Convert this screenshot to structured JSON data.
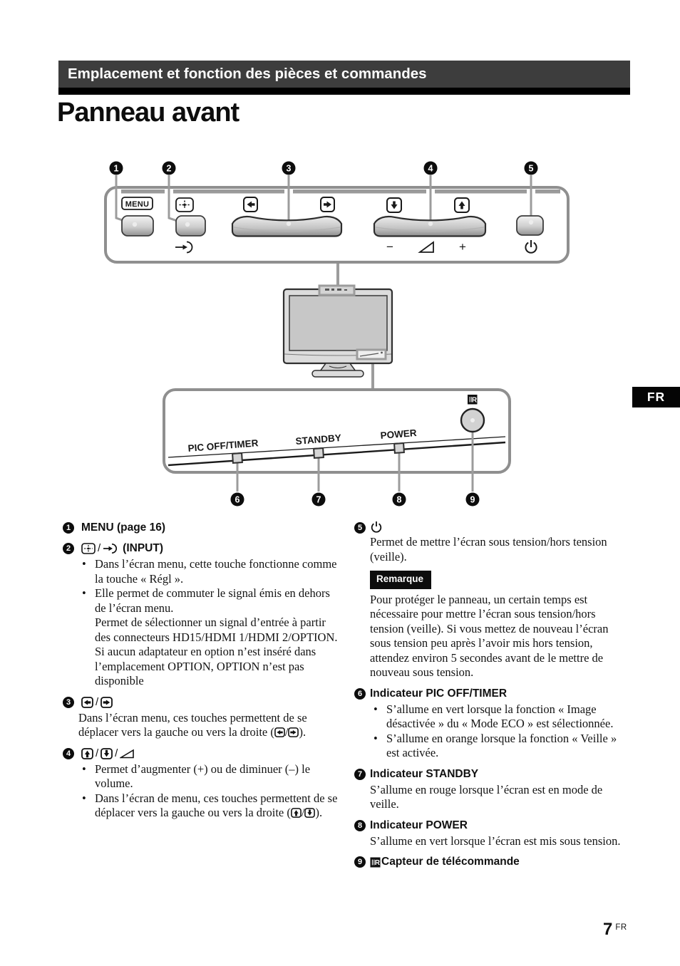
{
  "header": {
    "section_title": "Emplacement et fonction des pièces et commandes"
  },
  "page": {
    "title": "Panneau avant"
  },
  "fr_tab": "FR",
  "footer": {
    "page_number": "7",
    "lang": "FR"
  },
  "ui": {
    "bullet_char": "•"
  },
  "colors": {
    "ink": "#111111",
    "band_gray": "#3d3d3d",
    "callout_line_gray": "#9c9c9c",
    "panel_border_gray": "#8f8f8f"
  },
  "diagram": {
    "callouts_top": [
      "1",
      "2",
      "3",
      "4",
      "5"
    ],
    "callouts_bottom": [
      "6",
      "7",
      "8",
      "9"
    ],
    "menu_label": "MENU",
    "volume_minus": "−",
    "volume_plus": "+",
    "indicators": {
      "pic": "PIC OFF/TIMER",
      "standby": "STANDBY",
      "power": "POWER"
    },
    "ir_letter": "R"
  },
  "items": [
    {
      "num": "1",
      "heading": "MENU (page 16)"
    },
    {
      "num": "2",
      "heading_slash": "/",
      "heading_suffix": "(INPUT)",
      "bullet1": "Dans l’écran menu, cette touche fonctionne comme la touche « Régl ».",
      "bullet2": "Elle permet de commuter le signal émis en dehors de l’écran menu.\nPermet de sélectionner un signal d’entrée à partir des connecteurs HD15/HDMI 1/HDMI 2/OPTION.\nSi aucun adaptateur en option n’est inséré dans l’emplacement OPTION, OPTION n’est pas disponible"
    },
    {
      "num": "3",
      "heading_slash": "/",
      "body_prefix": "Dans l’écran menu, ces touches permettent de se déplacer vers la gauche ou vers la droite (",
      "body_slash": "/",
      "body_suffix": ")."
    },
    {
      "num": "4",
      "heading_slash1": "/",
      "heading_slash2": "/",
      "bullet1": "Permet d’augmenter (+) ou de diminuer (–) le volume.",
      "bullet2_prefix": "Dans l’écran de menu, ces touches permettent de se déplacer vers la gauche ou vers la droite (",
      "bullet2_slash": "/",
      "bullet2_suffix": ")."
    },
    {
      "num": "5",
      "body": "Permet de mettre l’écran sous tension/hors tension (veille).",
      "note_label": "Remarque",
      "note": "Pour protéger le panneau, un certain temps est nécessaire pour mettre l’écran sous tension/hors tension (veille). Si vous mettez de nouveau l’écran sous tension peu après l’avoir mis hors tension, attendez environ 5 secondes avant de le mettre de nouveau sous tension."
    },
    {
      "num": "6",
      "heading": "Indicateur PIC OFF/TIMER",
      "bullet1": "S’allume en vert lorsque la fonction « Image désactivée » du « Mode ECO » est sélectionnée.",
      "bullet2": "S’allume en orange lorsque la fonction « Veille » est activée."
    },
    {
      "num": "7",
      "heading": "Indicateur STANDBY",
      "body": "S’allume en rouge lorsque l’écran est en mode de veille."
    },
    {
      "num": "8",
      "heading": "Indicateur POWER",
      "body": "S’allume en vert lorsque l’écran est mis sous tension."
    },
    {
      "num": "9",
      "heading": "Capteur de télécommande"
    }
  ]
}
